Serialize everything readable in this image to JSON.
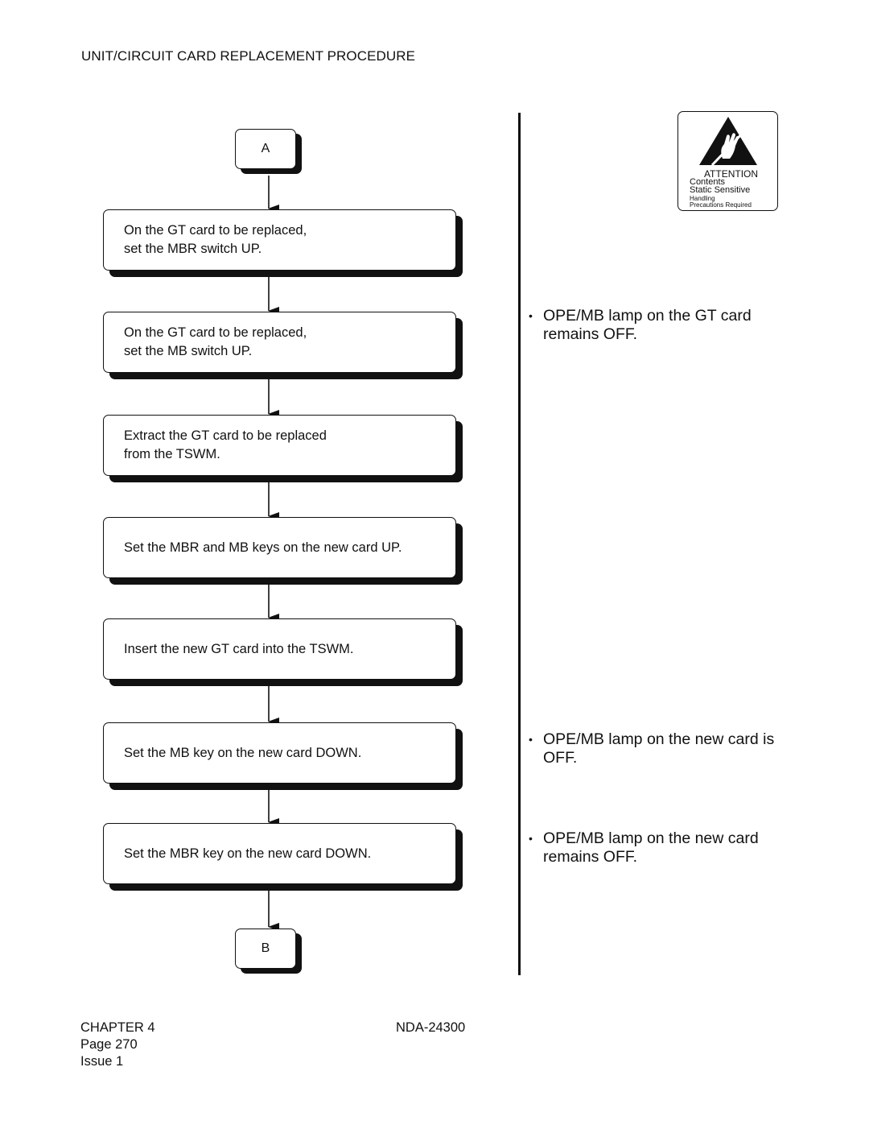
{
  "header": {
    "title": "UNIT/CIRCUIT CARD REPLACEMENT PROCEDURE"
  },
  "flow": {
    "start_connector": "A",
    "end_connector": "B",
    "steps": [
      "On the GT card to be replaced,\nset the MBR switch UP.",
      "On the GT card to be replaced,\nset the MB switch UP.",
      "Extract the GT card to be replaced\nfrom the TSWM.",
      "Set the MBR and MB keys on the new card UP.",
      "Insert the new GT card into the TSWM.",
      "Set the MB key on the new card DOWN.",
      "Set the MBR key on the new card DOWN."
    ]
  },
  "esd_label": {
    "icon": "esd-hand-triangle-icon",
    "attention": "ATTENTION",
    "line1": "Contents",
    "line2": "Static Sensitive",
    "line3": "Handling",
    "line4": "Precautions Required"
  },
  "notes": [
    {
      "bullet": "•",
      "text": "OPE/MB lamp on the GT card\nremains OFF."
    },
    {
      "bullet": "•",
      "text": "OPE/MB lamp on the new card is\nOFF."
    },
    {
      "bullet": "•",
      "text": "OPE/MB lamp on the new card\nremains OFF."
    }
  ],
  "footer": {
    "chapter": "CHAPTER 4",
    "page": "Page 270",
    "issue": "Issue 1",
    "doc_number": "NDA-24300"
  }
}
